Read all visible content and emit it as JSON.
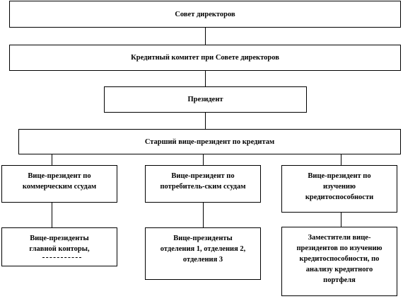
{
  "org_chart": {
    "board": "Совет директоров",
    "credit_committee": "Кредитный комитет при Совете директоров",
    "president": "Президент",
    "senior_vp": "Старший вице-президент по кредитам",
    "vp_commercial": "Вице-президент по\nкоммерческим ссудам",
    "vp_consumer": "Вице-президент по\nпотребитель-ским ссудам",
    "vp_creditworthiness": "Вице-президент по\nизучению\nкредитоспособности",
    "vps_head_office": "Вице-президенты\nглавной конторы,",
    "vps_branches": "Вице-президенты\nотделения 1, отделения 2,\nотделения 3",
    "deputies": "Заместители вице-\nпрезидентов по изучению\nкредитоспособности, по\nанализу кредитного\nпортфеля"
  }
}
